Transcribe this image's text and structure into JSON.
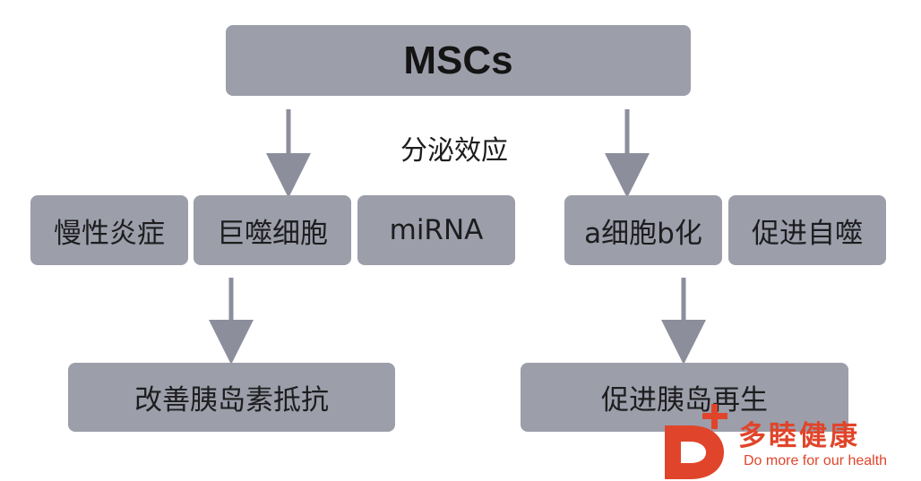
{
  "diagram": {
    "top": "MSCs",
    "middle_label": "分泌效应",
    "left_group": [
      "慢性炎症",
      "巨噬细胞",
      "miRNA"
    ],
    "right_group": [
      "a细胞b化",
      "促进自噬"
    ],
    "left_outcome": "改善胰岛素抵抗",
    "right_outcome": "促进胰岛再生"
  },
  "watermark": {
    "name": "多睦健康",
    "slogan": "Do more for our health"
  },
  "colors": {
    "box": "#9c9eaa",
    "arrow": "#8c8e9c",
    "brand": "#e0452b"
  }
}
